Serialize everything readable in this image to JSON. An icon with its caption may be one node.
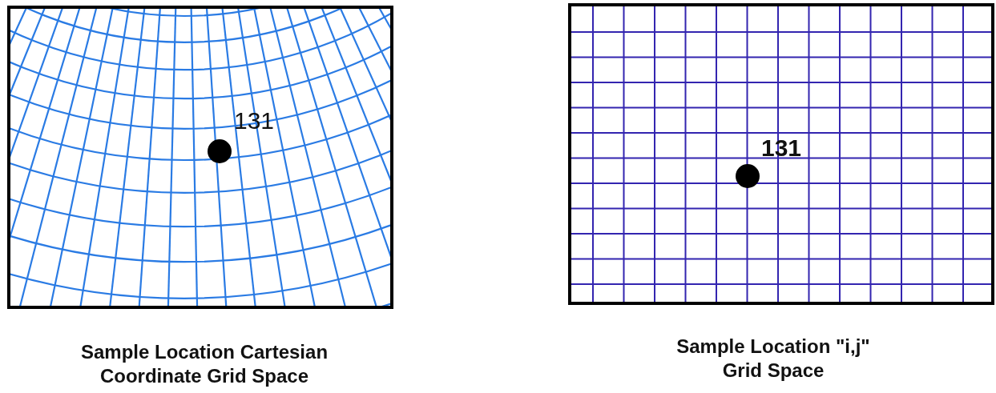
{
  "diagram": {
    "labels": [
      "131",
      "131",
      "Sample Location Cartesian Coordinate Grid Space",
      "Sample Location \"i,j\" Grid Space"
    ]
  }
}
